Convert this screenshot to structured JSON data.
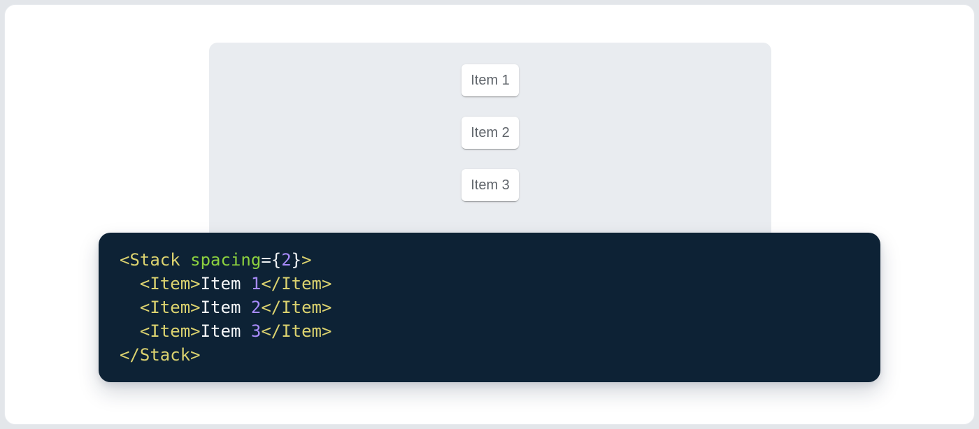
{
  "page": {
    "surround_color": "#e3e6ea",
    "card_background": "#ffffff"
  },
  "demo": {
    "items": [
      {
        "label": "Item 1"
      },
      {
        "label": "Item 2"
      },
      {
        "label": "Item 3"
      }
    ],
    "colors": {
      "panel_background": "#e9ecf0",
      "card_background": "#ffffff",
      "card_text": "#5f646a"
    }
  },
  "code": {
    "raw": "<Stack spacing={2}>\n  <Item>Item 1</Item>\n  <Item>Item 2</Item>\n  <Item>Item 3</Item>\n</Stack>",
    "colors": {
      "background": "#0d2235",
      "tag": "#dbd26f",
      "attr_name": "#8cd13f",
      "number": "#a88bfa",
      "plain_text": "#f4f6f8",
      "punctuation": "#eef1f3"
    },
    "lines": [
      {
        "tokens": [
          {
            "t": "<Stack ",
            "c": "tag"
          },
          {
            "t": "spacing",
            "c": "attr_name"
          },
          {
            "t": "=",
            "c": "punctuation"
          },
          {
            "t": "{",
            "c": "punctuation"
          },
          {
            "t": "2",
            "c": "number"
          },
          {
            "t": "}",
            "c": "punctuation"
          },
          {
            "t": ">",
            "c": "tag"
          }
        ]
      },
      {
        "tokens": [
          {
            "t": "  ",
            "c": "plain_text"
          },
          {
            "t": "<Item>",
            "c": "tag"
          },
          {
            "t": "Item ",
            "c": "plain_text"
          },
          {
            "t": "1",
            "c": "number"
          },
          {
            "t": "</Item>",
            "c": "tag"
          }
        ]
      },
      {
        "tokens": [
          {
            "t": "  ",
            "c": "plain_text"
          },
          {
            "t": "<Item>",
            "c": "tag"
          },
          {
            "t": "Item ",
            "c": "plain_text"
          },
          {
            "t": "2",
            "c": "number"
          },
          {
            "t": "</Item>",
            "c": "tag"
          }
        ]
      },
      {
        "tokens": [
          {
            "t": "  ",
            "c": "plain_text"
          },
          {
            "t": "<Item>",
            "c": "tag"
          },
          {
            "t": "Item ",
            "c": "plain_text"
          },
          {
            "t": "3",
            "c": "number"
          },
          {
            "t": "</Item>",
            "c": "tag"
          }
        ]
      },
      {
        "tokens": [
          {
            "t": "</Stack>",
            "c": "tag"
          }
        ]
      }
    ]
  }
}
